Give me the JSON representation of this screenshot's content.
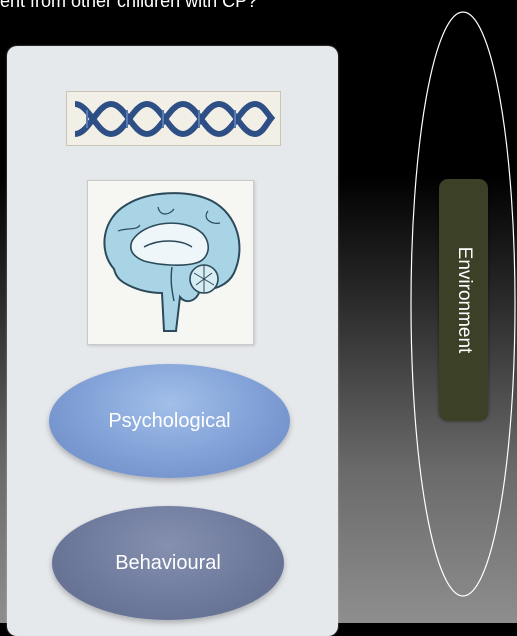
{
  "slide": {
    "title_partial": "ent from other children with CP?"
  },
  "diagram": {
    "psychological_label": "Psychological",
    "behavioural_label": "Behavioural",
    "environment_label": "Environment"
  },
  "colors": {
    "panel": "#e6e9ec",
    "psychological": "#7f9fd6",
    "behavioural": "#6e7a9c",
    "environment_box": "#3b4027",
    "dna_helix": "#2d4f86",
    "brain": "#9fcbe0"
  }
}
